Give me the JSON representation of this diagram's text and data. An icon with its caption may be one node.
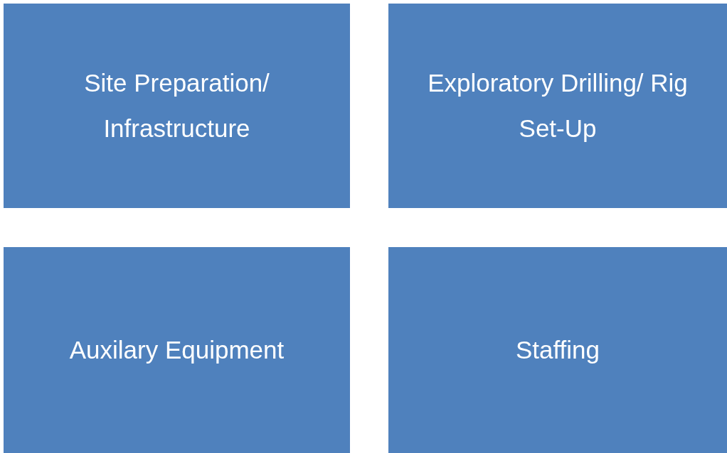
{
  "diagram": {
    "nodes": [
      {
        "text": [
          "Site Preparation/ Infrastructure"
        ]
      },
      {
        "text": [
          "Exploratory Drilling/ Rig Set-Up"
        ]
      },
      {
        "text": [
          "Auxilary Equipment"
        ]
      },
      {
        "text": [
          "Staffing"
        ]
      }
    ]
  }
}
